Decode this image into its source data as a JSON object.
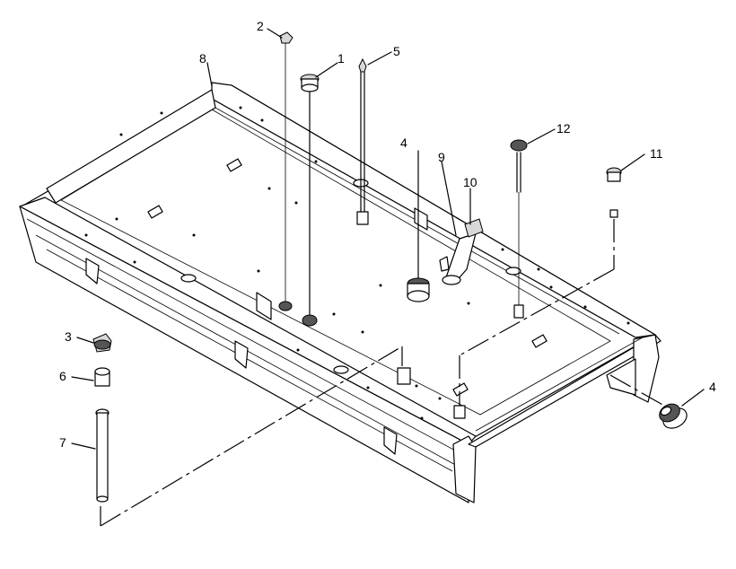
{
  "callouts": [
    {
      "id": "callout-1",
      "text": "1"
    },
    {
      "id": "callout-2",
      "text": "2"
    },
    {
      "id": "callout-3",
      "text": "3"
    },
    {
      "id": "callout-4-top",
      "text": "4"
    },
    {
      "id": "callout-4-right",
      "text": "4"
    },
    {
      "id": "callout-5",
      "text": "5"
    },
    {
      "id": "callout-6",
      "text": "6"
    },
    {
      "id": "callout-7",
      "text": "7"
    },
    {
      "id": "callout-8",
      "text": "8"
    },
    {
      "id": "callout-9",
      "text": "9"
    },
    {
      "id": "callout-10",
      "text": "10"
    },
    {
      "id": "callout-11",
      "text": "11"
    },
    {
      "id": "callout-12",
      "text": "12"
    }
  ],
  "colors": {
    "line": "#000000",
    "background": "#ffffff"
  }
}
